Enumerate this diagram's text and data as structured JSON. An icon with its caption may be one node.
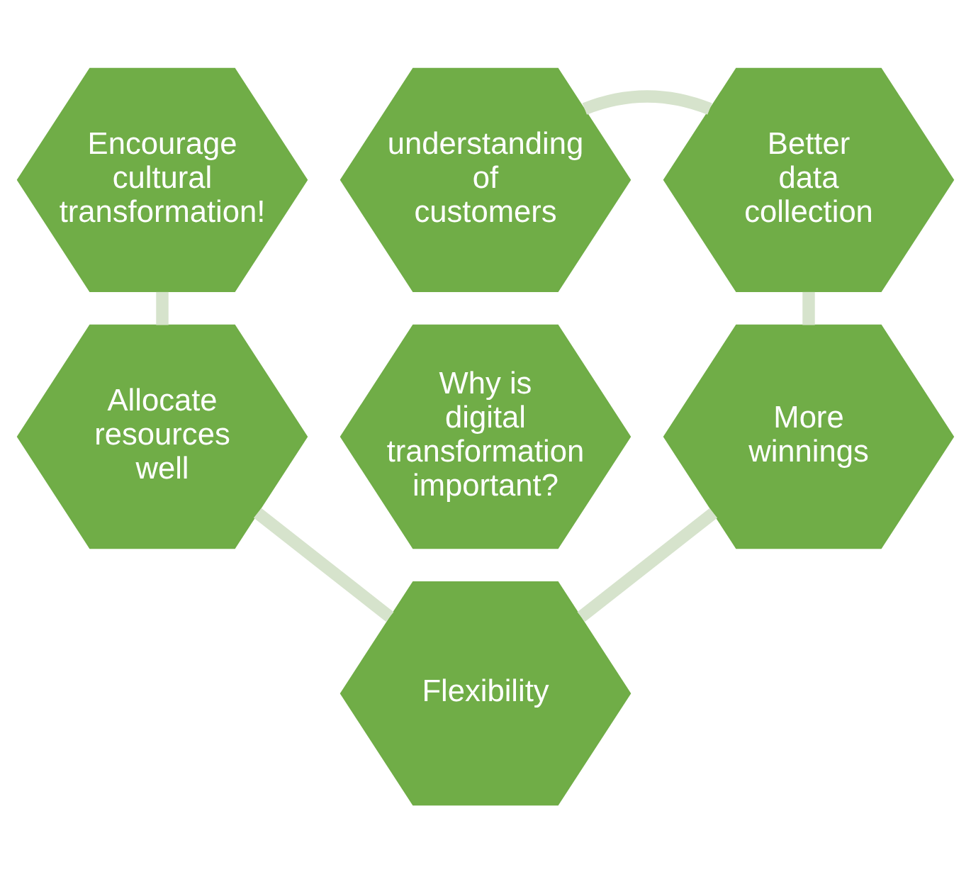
{
  "diagram": {
    "nodes": [
      {
        "text": [
          "understanding of customers"
        ]
      },
      {
        "text": [
          "Encourage cultural transformation!"
        ]
      },
      {
        "text": [
          "Better data collection"
        ]
      },
      {
        "text": [
          "Why is digital transformation important?"
        ]
      },
      {
        "text": [
          "Allocate resources well"
        ]
      },
      {
        "text": [
          "More winnings"
        ]
      },
      {
        "text": [
          "Flexibility"
        ]
      }
    ],
    "edges": [
      {
        "from": 0,
        "to": 2,
        "arrow": "none"
      },
      {
        "from": 2,
        "to": 5,
        "arrow": "none"
      },
      {
        "from": 5,
        "to": 6,
        "arrow": "none"
      },
      {
        "from": 6,
        "to": 4,
        "arrow": "none"
      },
      {
        "from": 4,
        "to": 1,
        "arrow": "none"
      }
    ]
  }
}
